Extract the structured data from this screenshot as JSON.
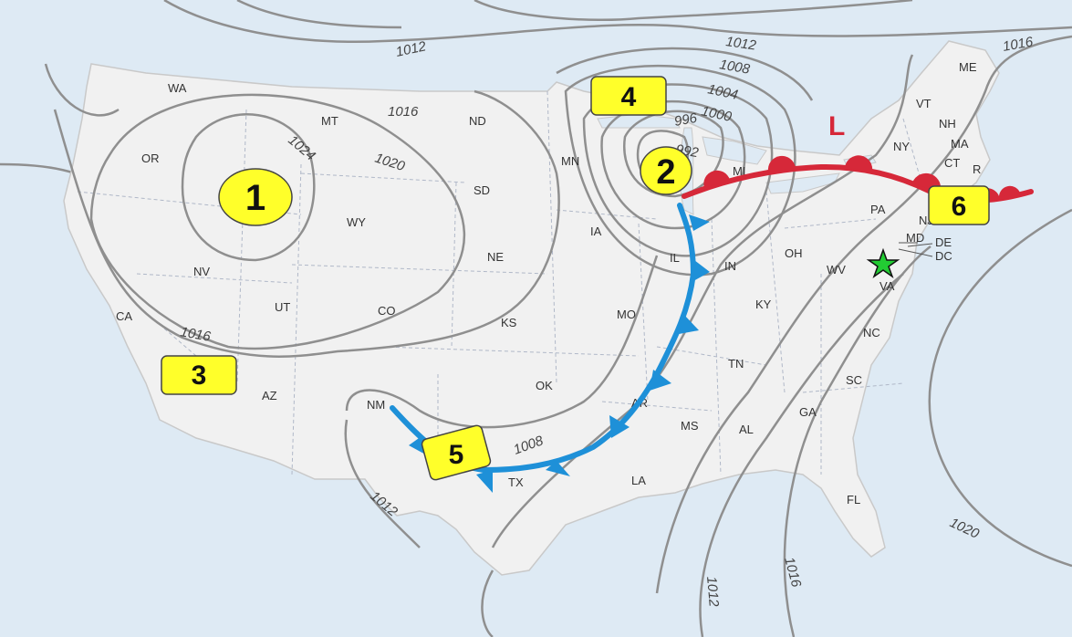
{
  "pressure_system": {
    "symbol": "L",
    "color": "#d62839"
  },
  "markers": [
    {
      "id": "1",
      "label": "1",
      "shape": "circle"
    },
    {
      "id": "2",
      "label": "2",
      "shape": "circle"
    },
    {
      "id": "3",
      "label": "3",
      "shape": "box"
    },
    {
      "id": "4",
      "label": "4",
      "shape": "box"
    },
    {
      "id": "5",
      "label": "5",
      "shape": "box"
    },
    {
      "id": "6",
      "label": "6",
      "shape": "box"
    }
  ],
  "marker_color": "#ffff2a",
  "isobar_labels": [
    "1024",
    "1020",
    "1016",
    "1016",
    "1012",
    "1012",
    "1008",
    "1004",
    "1000",
    "996",
    "992",
    "1008",
    "1012",
    "1016",
    "1016",
    "1020",
    "1012"
  ],
  "states": [
    "WA",
    "OR",
    "CA",
    "NV",
    "MT",
    "WY",
    "UT",
    "CO",
    "AZ",
    "NM",
    "ND",
    "SD",
    "NE",
    "KS",
    "OK",
    "TX",
    "MN",
    "IA",
    "MO",
    "AR",
    "LA",
    "IL",
    "IN",
    "MI",
    "OH",
    "KY",
    "TN",
    "MS",
    "AL",
    "GA",
    "FL",
    "SC",
    "NC",
    "VA",
    "WV",
    "PA",
    "NY",
    "VT",
    "ME",
    "NH",
    "MA",
    "CT",
    "R",
    "NJ",
    "MD",
    "DE",
    "DC"
  ],
  "fronts": {
    "cold_color": "#1e90d8",
    "warm_color": "#d62839"
  },
  "location_marker": {
    "icon": "star-icon",
    "color": "#22cc33"
  },
  "colors": {
    "water": "#deeaf4",
    "land": "#f1f1f1",
    "isobar": "#8f8f8f"
  }
}
